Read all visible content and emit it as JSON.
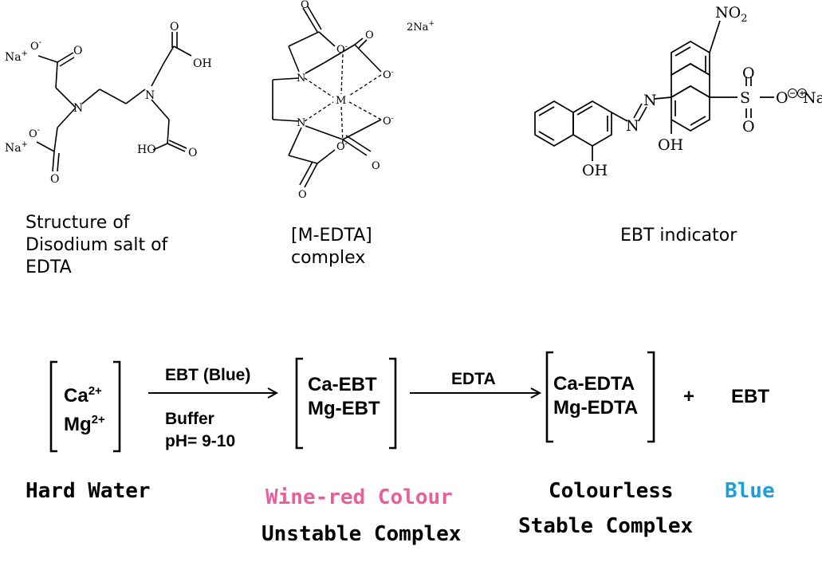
{
  "structures": {
    "edta_salt": {
      "atoms": {
        "na": "Na",
        "n": "N",
        "o": "O",
        "oh": "OH",
        "ho": "HO"
      },
      "caption": [
        "Structure of",
        "Disodium salt of",
        "EDTA"
      ]
    },
    "m_edta": {
      "atoms": {
        "n": "N",
        "m": "M",
        "o": "O",
        "na": "2Na"
      },
      "caption": [
        "[M-EDTA]",
        "complex"
      ]
    },
    "ebt": {
      "atoms": {
        "no2": "NO",
        "n": "N",
        "oh": "OH",
        "s": "S",
        "o": "O",
        "na": "Na"
      },
      "caption": "EBT indicator"
    }
  },
  "reaction": {
    "reactant_lines": [
      "Ca",
      "Mg"
    ],
    "reactant_charge": "2+",
    "arrow1_top": "EBT (Blue)",
    "arrow1_bottom": [
      "Buffer",
      "pH= 9-10"
    ],
    "intermediate_lines": [
      "Ca-EBT",
      "Mg-EBT"
    ],
    "arrow2_top": "EDTA",
    "product_lines": [
      "Ca-EDTA",
      "Mg-EDTA"
    ],
    "plus": "+",
    "indicator": "EBT"
  },
  "labels": {
    "hard_water": "Hard Water",
    "wine_red": "Wine-red Colour",
    "unstable": "Unstable Complex",
    "colourless": "Colourless",
    "stable": "Stable Complex",
    "blue": "Blue"
  },
  "colors": {
    "wine_red": "#e8609a",
    "blue": "#1aa0dc",
    "ink": "#000000"
  }
}
